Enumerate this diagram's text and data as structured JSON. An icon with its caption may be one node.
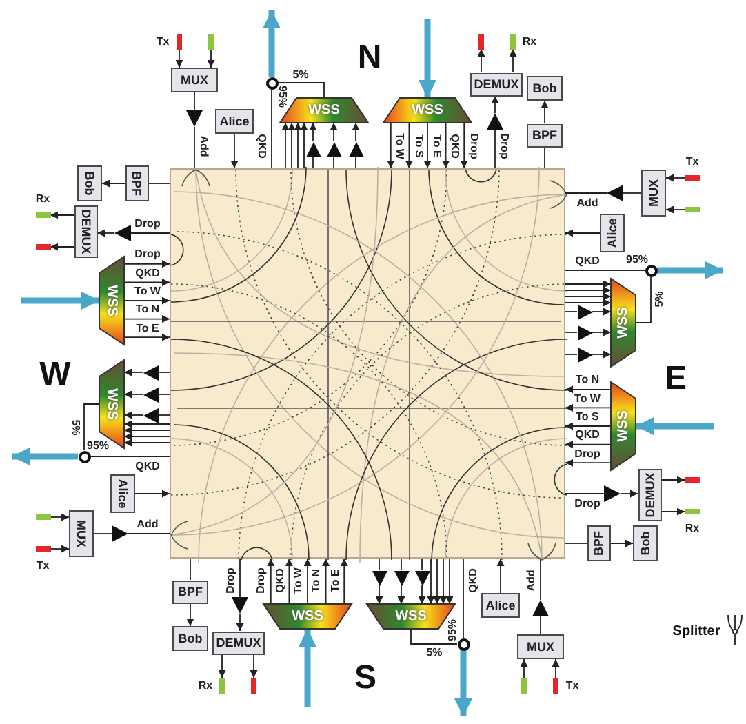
{
  "diagram": {
    "nodes": [
      {
        "text": [],
        "shape": "box"
      },
      {
        "text": [],
        "shape": "bar",
        "beside": [
          "Tx"
        ]
      },
      {
        "text": [],
        "shape": "bar"
      },
      {
        "text": [
          "MUX"
        ]
      },
      {
        "text": [],
        "shape": "triangle"
      },
      {
        "text": [
          "Alice"
        ]
      },
      {
        "text": [],
        "shape": "circle",
        "beside": [
          "95%"
        ]
      },
      {
        "text": [
          "WSS"
        ]
      },
      {
        "text": [],
        "shape": "triangle"
      },
      {
        "text": [],
        "shape": "triangle"
      },
      {
        "text": [],
        "shape": "triangle"
      },
      {
        "text": [
          "WSS"
        ]
      },
      {
        "text": [],
        "shape": "triangle"
      },
      {
        "text": [
          "DEMUX"
        ]
      },
      {
        "text": [],
        "shape": "bar"
      },
      {
        "text": [],
        "shape": "bar",
        "beside": [
          "Rx"
        ]
      },
      {
        "text": [
          "BPF"
        ]
      },
      {
        "text": [
          "Bob"
        ]
      },
      {
        "text": [],
        "shape": "bar",
        "beside": [
          "Tx"
        ]
      },
      {
        "text": [],
        "shape": "bar"
      },
      {
        "text": [
          "MUX"
        ]
      },
      {
        "text": [],
        "shape": "triangle"
      },
      {
        "text": [
          "Alice"
        ]
      },
      {
        "text": [],
        "shape": "circle",
        "beside": [
          "95%"
        ]
      },
      {
        "text": [
          "WSS"
        ]
      },
      {
        "text": [],
        "shape": "triangle"
      },
      {
        "text": [],
        "shape": "triangle"
      },
      {
        "text": [],
        "shape": "triangle"
      },
      {
        "text": [
          "WSS"
        ]
      },
      {
        "text": [],
        "shape": "triangle"
      },
      {
        "text": [
          "DEMUX"
        ]
      },
      {
        "text": [],
        "shape": "bar"
      },
      {
        "text": [],
        "shape": "bar",
        "beside": [
          "Rx"
        ]
      },
      {
        "text": [
          "BPF"
        ]
      },
      {
        "text": [
          "Bob"
        ]
      },
      {
        "text": [],
        "shape": "bar",
        "beside": [
          "Tx"
        ]
      },
      {
        "text": [],
        "shape": "bar"
      },
      {
        "text": [
          "MUX"
        ]
      },
      {
        "text": [],
        "shape": "triangle"
      },
      {
        "text": [
          "Alice"
        ]
      },
      {
        "text": [],
        "shape": "circle",
        "beside": [
          "95%"
        ]
      },
      {
        "text": [
          "WSS"
        ]
      },
      {
        "text": [],
        "shape": "triangle"
      },
      {
        "text": [],
        "shape": "triangle"
      },
      {
        "text": [],
        "shape": "triangle"
      },
      {
        "text": [
          "WSS"
        ]
      },
      {
        "text": [],
        "shape": "triangle"
      },
      {
        "text": [
          "DEMUX"
        ]
      },
      {
        "text": [],
        "shape": "bar"
      },
      {
        "text": [],
        "shape": "bar",
        "beside": [
          "Rx"
        ]
      },
      {
        "text": [
          "BPF"
        ]
      },
      {
        "text": [
          "Bob"
        ]
      },
      {
        "text": [],
        "shape": "bar",
        "beside": [
          "Tx"
        ]
      },
      {
        "text": [],
        "shape": "bar"
      },
      {
        "text": [
          "MUX"
        ]
      },
      {
        "text": [],
        "shape": "triangle"
      },
      {
        "text": [
          "Alice"
        ]
      },
      {
        "text": [],
        "shape": "circle",
        "beside": [
          "95%"
        ]
      },
      {
        "text": [
          "WSS"
        ]
      },
      {
        "text": [],
        "shape": "triangle"
      },
      {
        "text": [],
        "shape": "triangle"
      },
      {
        "text": [],
        "shape": "triangle"
      },
      {
        "text": [
          "WSS"
        ]
      },
      {
        "text": [],
        "shape": "triangle"
      },
      {
        "text": [
          "DEMUX"
        ]
      },
      {
        "text": [],
        "shape": "bar"
      },
      {
        "text": [],
        "shape": "bar",
        "beside": [
          "Rx"
        ]
      },
      {
        "text": [
          "BPF"
        ]
      },
      {
        "text": [
          "Bob"
        ]
      }
    ],
    "edges": [
      {
        "from": 1,
        "to": 3,
        "arrow": "to"
      },
      {
        "from": 2,
        "to": 3,
        "arrow": "to"
      },
      {
        "from": 3,
        "to": 4,
        "arrow": "none"
      },
      {
        "from": 4,
        "to": 0,
        "arrow": "none",
        "label": "Add"
      },
      {
        "from": 5,
        "to": 0,
        "arrow": "to"
      },
      {
        "from": null,
        "to": 11,
        "arrow": "to",
        "style": "thick",
        "color": "#4ba7c9"
      },
      {
        "from": 11,
        "to": 0,
        "arrow": "to",
        "label": "To W"
      },
      {
        "from": 11,
        "to": 0,
        "arrow": "to",
        "label": "To S"
      },
      {
        "from": 11,
        "to": 0,
        "arrow": "to",
        "label": "To E"
      },
      {
        "from": 11,
        "to": 0,
        "arrow": "to",
        "label": "QKD"
      },
      {
        "from": 11,
        "to": 0,
        "arrow": "to",
        "label": "Drop"
      },
      {
        "from": 0,
        "to": 12,
        "arrow": "none",
        "label": "Drop"
      },
      {
        "from": 12,
        "to": 13,
        "arrow": "to"
      },
      {
        "from": 13,
        "to": 14,
        "arrow": "to"
      },
      {
        "from": 13,
        "to": 15,
        "arrow": "to"
      },
      {
        "from": 0,
        "to": 16,
        "arrow": "none"
      },
      {
        "from": 16,
        "to": 17,
        "arrow": "to"
      },
      {
        "from": 0,
        "to": 8,
        "arrow": "none"
      },
      {
        "from": 0,
        "to": 9,
        "arrow": "none"
      },
      {
        "from": 0,
        "to": 10,
        "arrow": "none"
      },
      {
        "from": 8,
        "to": 7,
        "arrow": "to"
      },
      {
        "from": 9,
        "to": 7,
        "arrow": "to"
      },
      {
        "from": 10,
        "to": 7,
        "arrow": "to"
      },
      {
        "from": 0,
        "to": 7,
        "arrow": "to"
      },
      {
        "from": 0,
        "to": 7,
        "arrow": "to"
      },
      {
        "from": 0,
        "to": 7,
        "arrow": "to"
      },
      {
        "from": 0,
        "to": 7,
        "arrow": "to"
      },
      {
        "from": 7,
        "to": 6,
        "arrow": "none",
        "label": "5%"
      },
      {
        "from": 0,
        "to": 6,
        "arrow": "none",
        "label": "QKD"
      },
      {
        "from": 6,
        "to": null,
        "arrow": "to",
        "style": "thick",
        "color": "#4ba7c9"
      },
      {
        "from": 18,
        "to": 20,
        "arrow": "to"
      },
      {
        "from": 19,
        "to": 20,
        "arrow": "to"
      },
      {
        "from": 20,
        "to": 21,
        "arrow": "none"
      },
      {
        "from": 21,
        "to": 0,
        "arrow": "none",
        "label": "Add"
      },
      {
        "from": 22,
        "to": 0,
        "arrow": "to"
      },
      {
        "from": null,
        "to": 28,
        "arrow": "to",
        "style": "thick",
        "color": "#4ba7c9"
      },
      {
        "from": 28,
        "to": 0,
        "arrow": "to",
        "label": "To N"
      },
      {
        "from": 28,
        "to": 0,
        "arrow": "to",
        "label": "To W"
      },
      {
        "from": 28,
        "to": 0,
        "arrow": "to",
        "label": "To S"
      },
      {
        "from": 28,
        "to": 0,
        "arrow": "to",
        "label": "QKD"
      },
      {
        "from": 28,
        "to": 0,
        "arrow": "to",
        "label": "Drop"
      },
      {
        "from": 0,
        "to": 29,
        "arrow": "none",
        "label": "Drop"
      },
      {
        "from": 29,
        "to": 30,
        "arrow": "to"
      },
      {
        "from": 30,
        "to": 31,
        "arrow": "to"
      },
      {
        "from": 30,
        "to": 32,
        "arrow": "to"
      },
      {
        "from": 0,
        "to": 33,
        "arrow": "none"
      },
      {
        "from": 33,
        "to": 34,
        "arrow": "to"
      },
      {
        "from": 0,
        "to": 25,
        "arrow": "none"
      },
      {
        "from": 0,
        "to": 26,
        "arrow": "none"
      },
      {
        "from": 0,
        "to": 27,
        "arrow": "none"
      },
      {
        "from": 25,
        "to": 24,
        "arrow": "to"
      },
      {
        "from": 26,
        "to": 24,
        "arrow": "to"
      },
      {
        "from": 27,
        "to": 24,
        "arrow": "to"
      },
      {
        "from": 0,
        "to": 24,
        "arrow": "to"
      },
      {
        "from": 0,
        "to": 24,
        "arrow": "to"
      },
      {
        "from": 0,
        "to": 24,
        "arrow": "to"
      },
      {
        "from": 0,
        "to": 24,
        "arrow": "to"
      },
      {
        "from": 24,
        "to": 23,
        "arrow": "none",
        "label": "5%"
      },
      {
        "from": 0,
        "to": 23,
        "arrow": "none",
        "label": "QKD"
      },
      {
        "from": 23,
        "to": null,
        "arrow": "to",
        "style": "thick",
        "color": "#4ba7c9"
      },
      {
        "from": 35,
        "to": 37,
        "arrow": "to"
      },
      {
        "from": 36,
        "to": 37,
        "arrow": "to"
      },
      {
        "from": 37,
        "to": 38,
        "arrow": "none"
      },
      {
        "from": 38,
        "to": 0,
        "arrow": "none",
        "label": "Add"
      },
      {
        "from": 39,
        "to": 0,
        "arrow": "to"
      },
      {
        "from": null,
        "to": 45,
        "arrow": "to",
        "style": "thick",
        "color": "#4ba7c9"
      },
      {
        "from": 45,
        "to": 0,
        "arrow": "to",
        "label": "To E"
      },
      {
        "from": 45,
        "to": 0,
        "arrow": "to",
        "label": "To N"
      },
      {
        "from": 45,
        "to": 0,
        "arrow": "to",
        "label": "To W"
      },
      {
        "from": 45,
        "to": 0,
        "arrow": "to",
        "label": "QKD"
      },
      {
        "from": 45,
        "to": 0,
        "arrow": "to",
        "label": "Drop"
      },
      {
        "from": 0,
        "to": 46,
        "arrow": "none",
        "label": "Drop"
      },
      {
        "from": 46,
        "to": 47,
        "arrow": "to"
      },
      {
        "from": 47,
        "to": 48,
        "arrow": "to"
      },
      {
        "from": 47,
        "to": 49,
        "arrow": "to"
      },
      {
        "from": 0,
        "to": 50,
        "arrow": "none"
      },
      {
        "from": 50,
        "to": 51,
        "arrow": "to"
      },
      {
        "from": 0,
        "to": 42,
        "arrow": "none"
      },
      {
        "from": 0,
        "to": 43,
        "arrow": "none"
      },
      {
        "from": 0,
        "to": 44,
        "arrow": "none"
      },
      {
        "from": 42,
        "to": 41,
        "arrow": "to"
      },
      {
        "from": 43,
        "to": 41,
        "arrow": "to"
      },
      {
        "from": 44,
        "to": 41,
        "arrow": "to"
      },
      {
        "from": 0,
        "to": 41,
        "arrow": "to"
      },
      {
        "from": 0,
        "to": 41,
        "arrow": "to"
      },
      {
        "from": 0,
        "to": 41,
        "arrow": "to"
      },
      {
        "from": 0,
        "to": 41,
        "arrow": "to"
      },
      {
        "from": 41,
        "to": 40,
        "arrow": "none",
        "label": "5%"
      },
      {
        "from": 0,
        "to": 40,
        "arrow": "none",
        "label": "QKD"
      },
      {
        "from": 40,
        "to": null,
        "arrow": "to",
        "style": "thick",
        "color": "#4ba7c9"
      },
      {
        "from": 52,
        "to": 54,
        "arrow": "to"
      },
      {
        "from": 53,
        "to": 54,
        "arrow": "to"
      },
      {
        "from": 54,
        "to": 55,
        "arrow": "none"
      },
      {
        "from": 55,
        "to": 0,
        "arrow": "none",
        "label": "Add"
      },
      {
        "from": 56,
        "to": 0,
        "arrow": "to"
      },
      {
        "from": null,
        "to": 62,
        "arrow": "to",
        "style": "thick",
        "color": "#4ba7c9"
      },
      {
        "from": 62,
        "to": 0,
        "arrow": "to",
        "label": "To E"
      },
      {
        "from": 62,
        "to": 0,
        "arrow": "to",
        "label": "To N"
      },
      {
        "from": 62,
        "to": 0,
        "arrow": "to",
        "label": "To W"
      },
      {
        "from": 62,
        "to": 0,
        "arrow": "to",
        "label": "QKD"
      },
      {
        "from": 62,
        "to": 0,
        "arrow": "to",
        "label": "Drop"
      },
      {
        "from": 0,
        "to": 63,
        "arrow": "none",
        "label": "Drop"
      },
      {
        "from": 63,
        "to": 64,
        "arrow": "to"
      },
      {
        "from": 64,
        "to": 65,
        "arrow": "to"
      },
      {
        "from": 64,
        "to": 66,
        "arrow": "to"
      },
      {
        "from": 0,
        "to": 67,
        "arrow": "none"
      },
      {
        "from": 67,
        "to": 68,
        "arrow": "to"
      },
      {
        "from": 0,
        "to": 59,
        "arrow": "none"
      },
      {
        "from": 0,
        "to": 60,
        "arrow": "none"
      },
      {
        "from": 0,
        "to": 61,
        "arrow": "none"
      },
      {
        "from": 59,
        "to": 58,
        "arrow": "to"
      },
      {
        "from": 60,
        "to": 58,
        "arrow": "to"
      },
      {
        "from": 61,
        "to": 58,
        "arrow": "to"
      },
      {
        "from": 0,
        "to": 58,
        "arrow": "to"
      },
      {
        "from": 0,
        "to": 58,
        "arrow": "to"
      },
      {
        "from": 0,
        "to": 58,
        "arrow": "to"
      },
      {
        "from": 0,
        "to": 58,
        "arrow": "to"
      },
      {
        "from": 58,
        "to": 57,
        "arrow": "none",
        "label": "5%"
      },
      {
        "from": 0,
        "to": 57,
        "arrow": "none",
        "label": "QKD"
      },
      {
        "from": 57,
        "to": null,
        "arrow": "to",
        "style": "thick",
        "color": "#4ba7c9"
      }
    ],
    "labels": [
      "N",
      "W",
      "E",
      "S",
      "Splitter"
    ]
  }
}
